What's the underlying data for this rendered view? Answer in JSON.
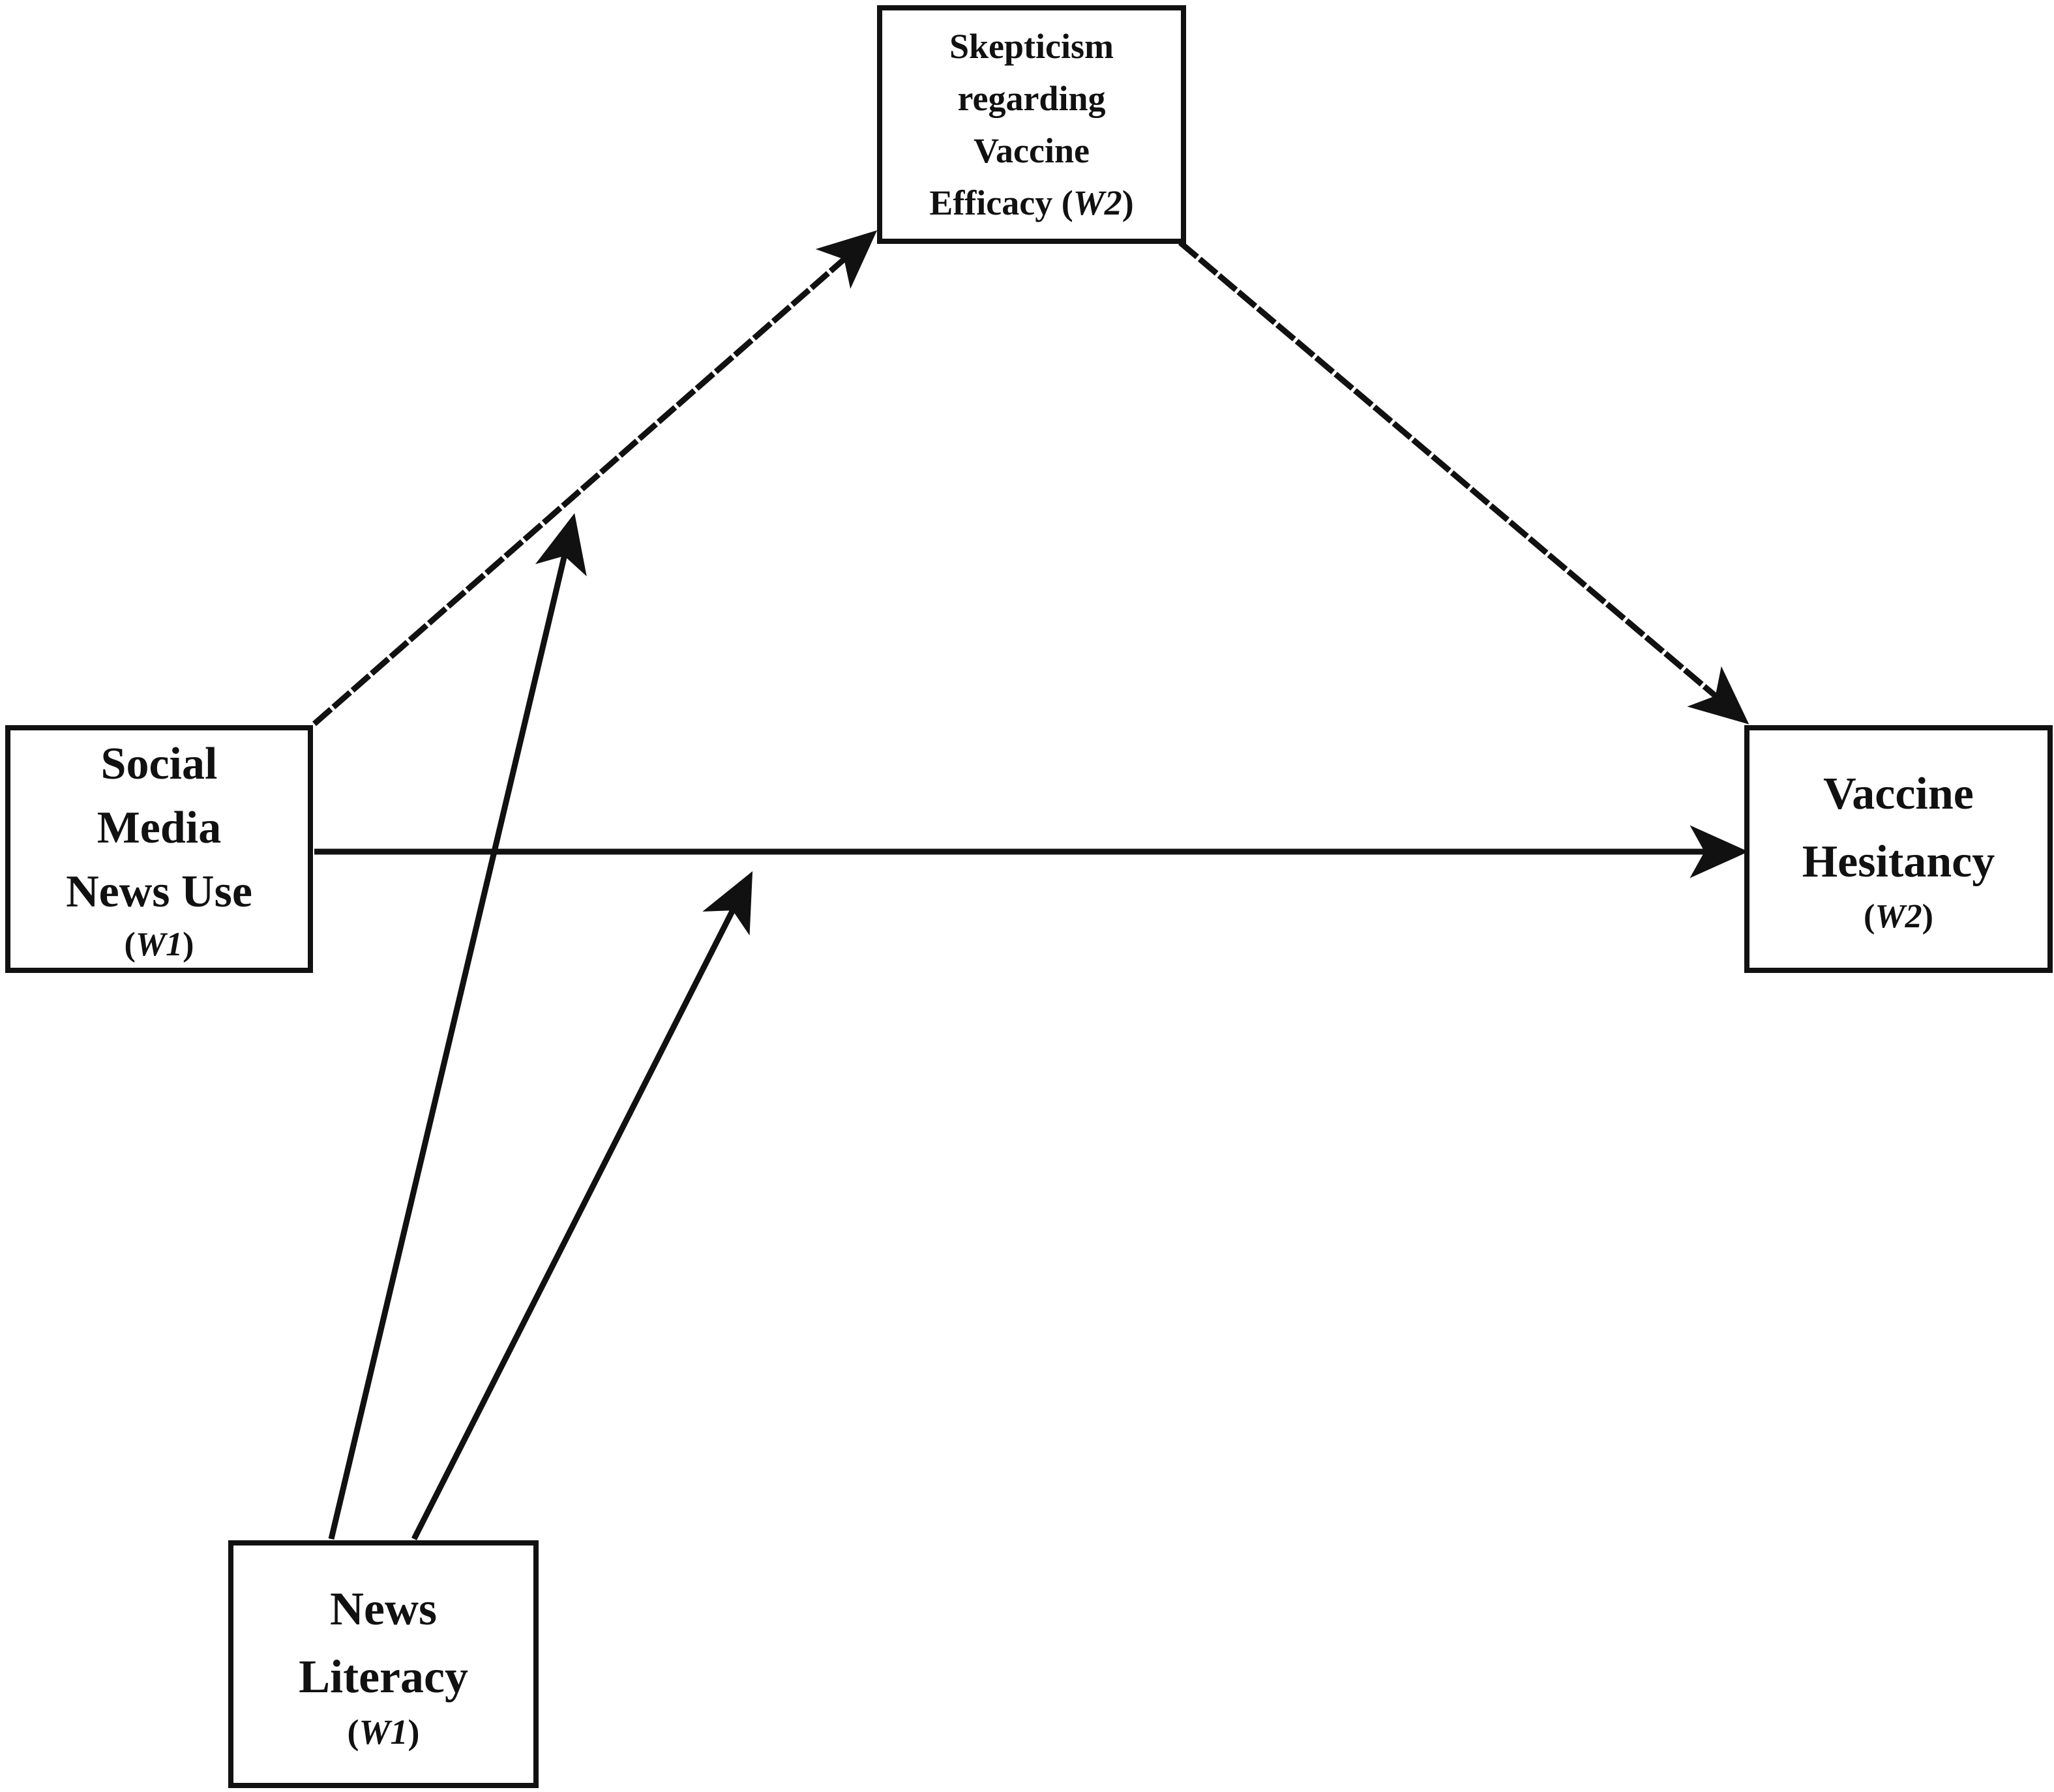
{
  "nodes": {
    "skepticism": {
      "lines": [
        "Skepticism",
        "regarding",
        "Vaccine"
      ],
      "last_line": "Efficacy",
      "wave": "W2"
    },
    "social_media": {
      "lines": [
        "Social",
        "Media",
        "News Use"
      ],
      "wave": "W1"
    },
    "vaccine_hesitancy": {
      "lines": [
        "Vaccine",
        "Hesitancy"
      ],
      "wave": "W2"
    },
    "news_literacy": {
      "lines": [
        "News",
        "Literacy"
      ],
      "wave": "W1"
    }
  },
  "edges": [
    {
      "from": "social_media",
      "to": "skepticism",
      "style": "dashed",
      "kind": "path"
    },
    {
      "from": "skepticism",
      "to": "vaccine_hesitancy",
      "style": "dashed",
      "kind": "path"
    },
    {
      "from": "social_media",
      "to": "vaccine_hesitancy",
      "style": "solid",
      "kind": "path"
    },
    {
      "from": "news_literacy",
      "to": "social_media->skepticism",
      "style": "solid",
      "kind": "moderation"
    },
    {
      "from": "news_literacy",
      "to": "social_media->vaccine_hesitancy",
      "style": "solid",
      "kind": "moderation"
    }
  ],
  "colors": {
    "stroke": "#111111",
    "background": "#ffffff"
  }
}
